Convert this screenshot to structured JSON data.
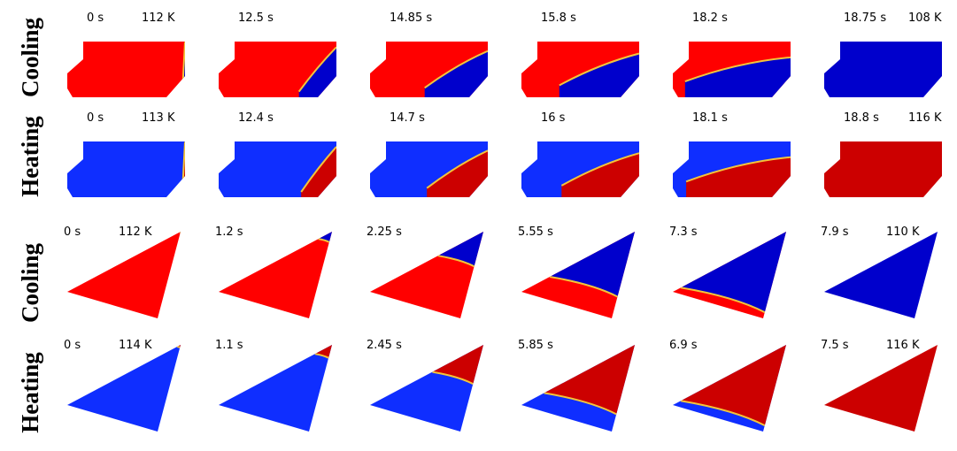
{
  "colors": {
    "cooling_warm": "#ff0000",
    "cooling_cold": "#0000cc",
    "heating_cold": "#0f2eff",
    "heating_warm": "#cc0000",
    "interface": "#f2c43a",
    "cooling_label": "#1a1aff",
    "heating_label": "#ee1c1c"
  },
  "rows": [
    {
      "label_words": [
        "Cooling"
      ],
      "mode": "cooling",
      "shape": "hexagon",
      "start_temp": "112 K",
      "end_temp": "108 K",
      "frames": [
        {
          "time": "0 s",
          "fraction": 0.01
        },
        {
          "time": "12.5 s",
          "fraction": 0.32
        },
        {
          "time": "14.85 s",
          "fraction": 0.55
        },
        {
          "time": "15.8 s",
          "fraction": 0.7
        },
        {
          "time": "18.2 s",
          "fraction": 0.93
        },
        {
          "time": "18.75 s",
          "fraction": 1.0
        }
      ]
    },
    {
      "label_words": [
        "Heating"
      ],
      "mode": "heating",
      "shape": "hexagon",
      "start_temp": "113 K",
      "end_temp": "116 K",
      "frames": [
        {
          "time": "0 s",
          "fraction": 0.01
        },
        {
          "time": "12.4 s",
          "fraction": 0.3
        },
        {
          "time": "14.7 s",
          "fraction": 0.53
        },
        {
          "time": "16 s",
          "fraction": 0.68
        },
        {
          "time": "18.1 s",
          "fraction": 0.92
        },
        {
          "time": "18.8 s",
          "fraction": 1.0
        }
      ]
    },
    {
      "label_words": [
        "Cooling"
      ],
      "mode": "cooling",
      "shape": "triangle",
      "start_temp": "112 K",
      "end_temp": "110 K",
      "frames": [
        {
          "time": "0 s",
          "fraction": 0.01
        },
        {
          "time": "1.2 s",
          "fraction": 0.12
        },
        {
          "time": "2.25 s",
          "fraction": 0.4
        },
        {
          "time": "5.55 s",
          "fraction": 0.75
        },
        {
          "time": "7.3 s",
          "fraction": 0.93
        },
        {
          "time": "7.9 s",
          "fraction": 1.0
        }
      ]
    },
    {
      "label_words": [
        "Heating"
      ],
      "mode": "heating",
      "shape": "triangle",
      "start_temp": "114 K",
      "end_temp": "116 K",
      "frames": [
        {
          "time": "0 s",
          "fraction": 0.03
        },
        {
          "time": "1.1 s",
          "fraction": 0.15
        },
        {
          "time": "2.45 s",
          "fraction": 0.45
        },
        {
          "time": "5.85 s",
          "fraction": 0.8
        },
        {
          "time": "6.9 s",
          "fraction": 0.93
        },
        {
          "time": "7.5 s",
          "fraction": 1.0
        }
      ]
    }
  ]
}
